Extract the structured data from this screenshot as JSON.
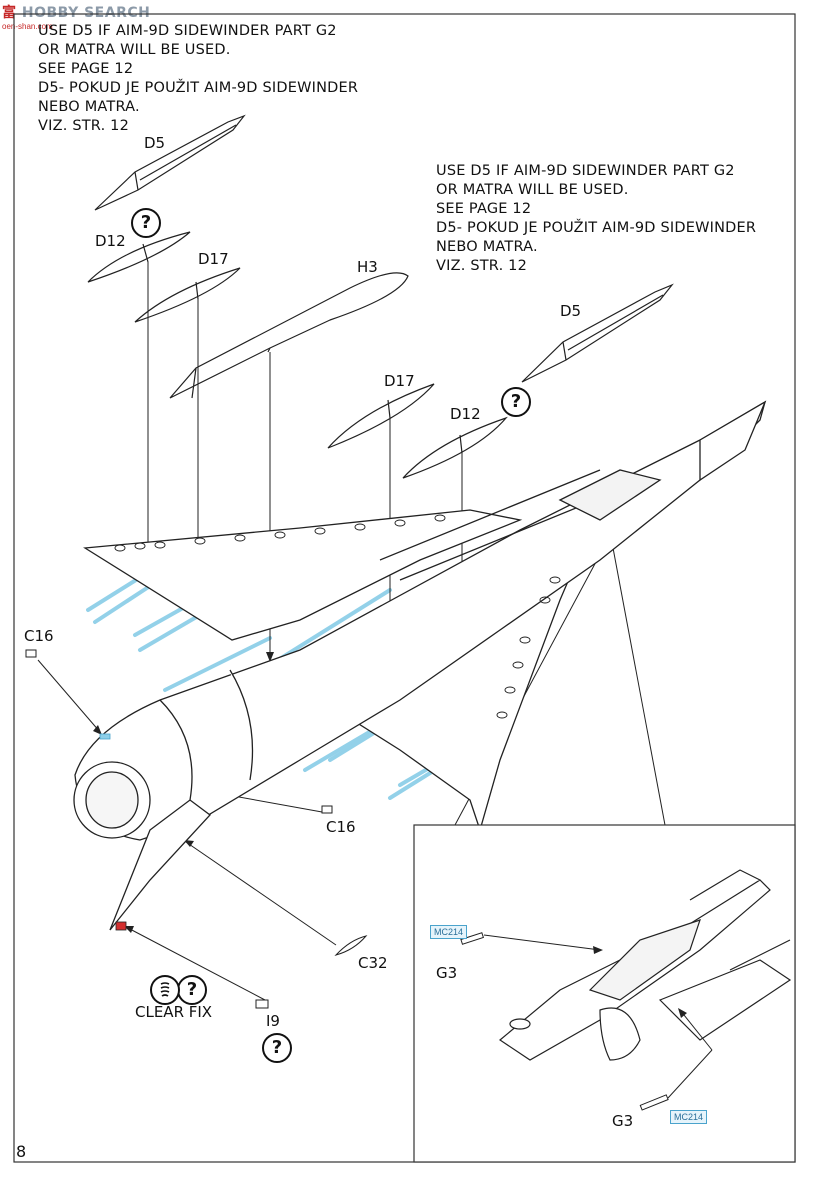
{
  "watermark": {
    "logo": "富",
    "text": "HOBBY SEARCH",
    "site": "oen-shan.com"
  },
  "page_number": "8",
  "notes": {
    "top_left": [
      "USE D5 IF AIM-9D SIDEWINDER PART G2",
      "OR MATRA WILL BE USED.",
      "SEE PAGE 12",
      "D5- POKUD JE POUŽIT AIM-9D SIDEWINDER",
      "NEBO MATRA.",
      "VIZ. STR. 12"
    ],
    "right": [
      "USE D5 IF AIM-9D SIDEWINDER PART G2",
      "OR MATRA WILL BE USED.",
      "SEE PAGE 12",
      "D5- POKUD JE POUŽIT AIM-9D SIDEWINDER",
      "NEBO MATRA.",
      "VIZ. STR. 12"
    ]
  },
  "part_labels": {
    "d5_left": "D5",
    "d12_left": "D12",
    "d17_left": "D17",
    "h3": "H3",
    "d5_right": "D5",
    "d17_right": "D17",
    "d12_right": "D12",
    "c16_top": "C16",
    "c16_bottom": "C16",
    "c32": "C32",
    "i9": "I9",
    "clear_fix": "CLEAR FIX",
    "g3_top": "G3",
    "g3_bottom": "G3",
    "mc214_top": "MC214",
    "mc214_bottom": "MC214"
  },
  "symbols": {
    "question": "?",
    "question_meaning": "optional-part-icon",
    "clear_fix_icon": "glue-clear-fix-icon"
  },
  "colors": {
    "line": "#222222",
    "glue_blue": "#8ecfe8",
    "inset_border": "#333333",
    "mc_tag": "#4aa3cc"
  }
}
